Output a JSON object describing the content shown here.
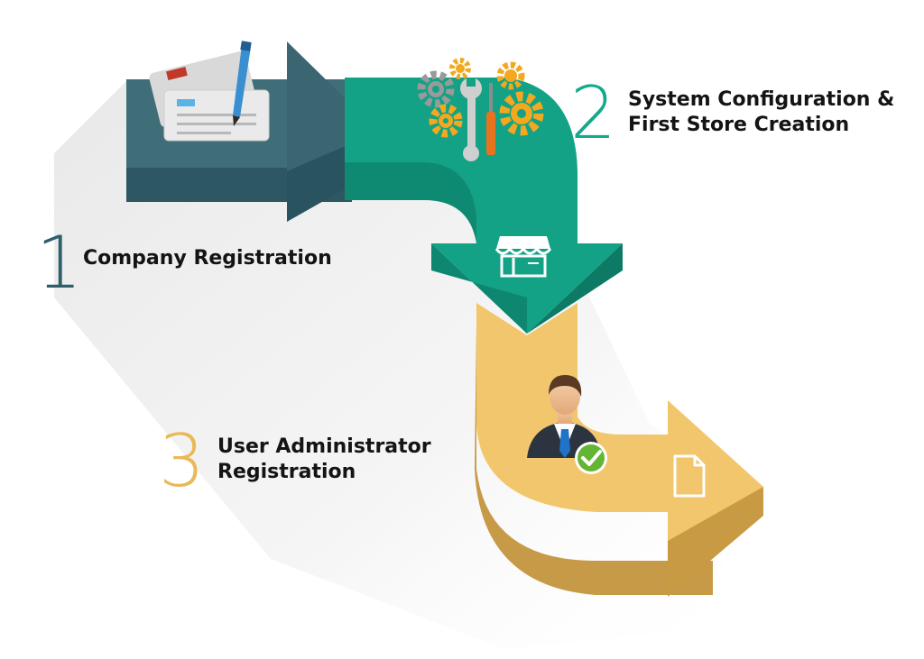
{
  "steps": [
    {
      "number": "1",
      "label_line1": "Company Registration",
      "label_line2": "",
      "color": "#2f5f6b",
      "icon": "registration-form-icon"
    },
    {
      "number": "2",
      "label_line1": "System Configuration &",
      "label_line2": "First Store Creation",
      "color": "#14a88c",
      "icon": "gears-tools-icon"
    },
    {
      "number": "3",
      "label_line1": "User Administrator",
      "label_line2": "Registration",
      "color": "#e9b956",
      "icon": "admin-user-icon"
    }
  ],
  "extra_icons": [
    "store-icon",
    "document-icon",
    "checkmark-icon"
  ]
}
